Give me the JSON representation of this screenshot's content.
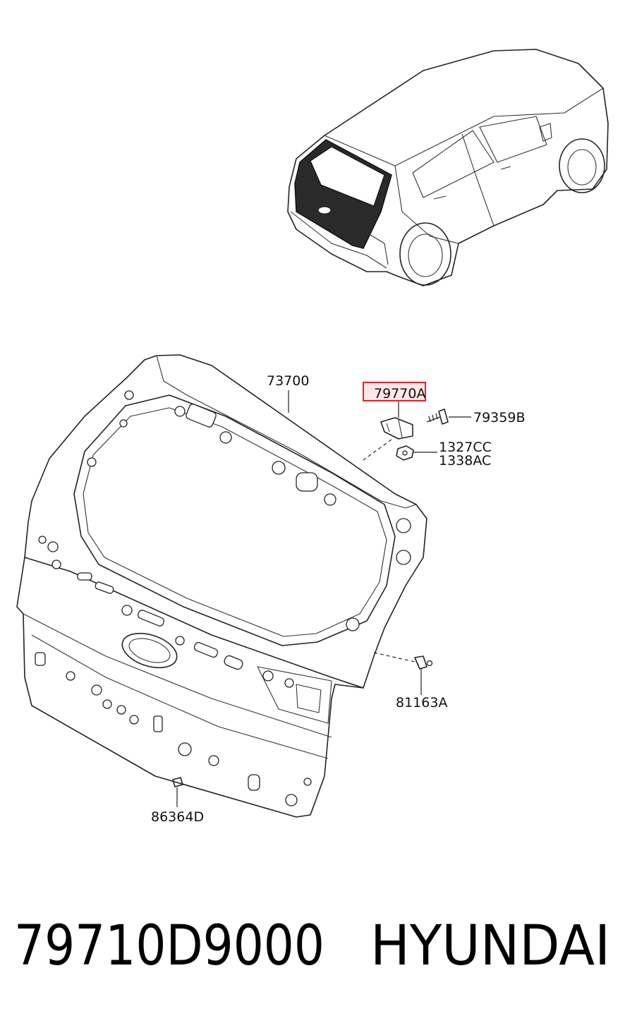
{
  "diagram": {
    "callouts": [
      {
        "id": "tailgate-panel",
        "label": "73700"
      },
      {
        "id": "hinge",
        "label": "79770A",
        "highlighted": true
      },
      {
        "id": "hinge-bolt",
        "label": "79359B"
      },
      {
        "id": "nut-a",
        "label": "1327CC"
      },
      {
        "id": "nut-b",
        "label": "1338AC"
      },
      {
        "id": "stopper",
        "label": "81163A"
      },
      {
        "id": "plug",
        "label": "86364D"
      }
    ],
    "highlight_color": "#e0242f",
    "highlight_fill": "#fde6e6"
  },
  "footer": {
    "part_number": "79710D9000",
    "brand": "HYUNDAI"
  }
}
